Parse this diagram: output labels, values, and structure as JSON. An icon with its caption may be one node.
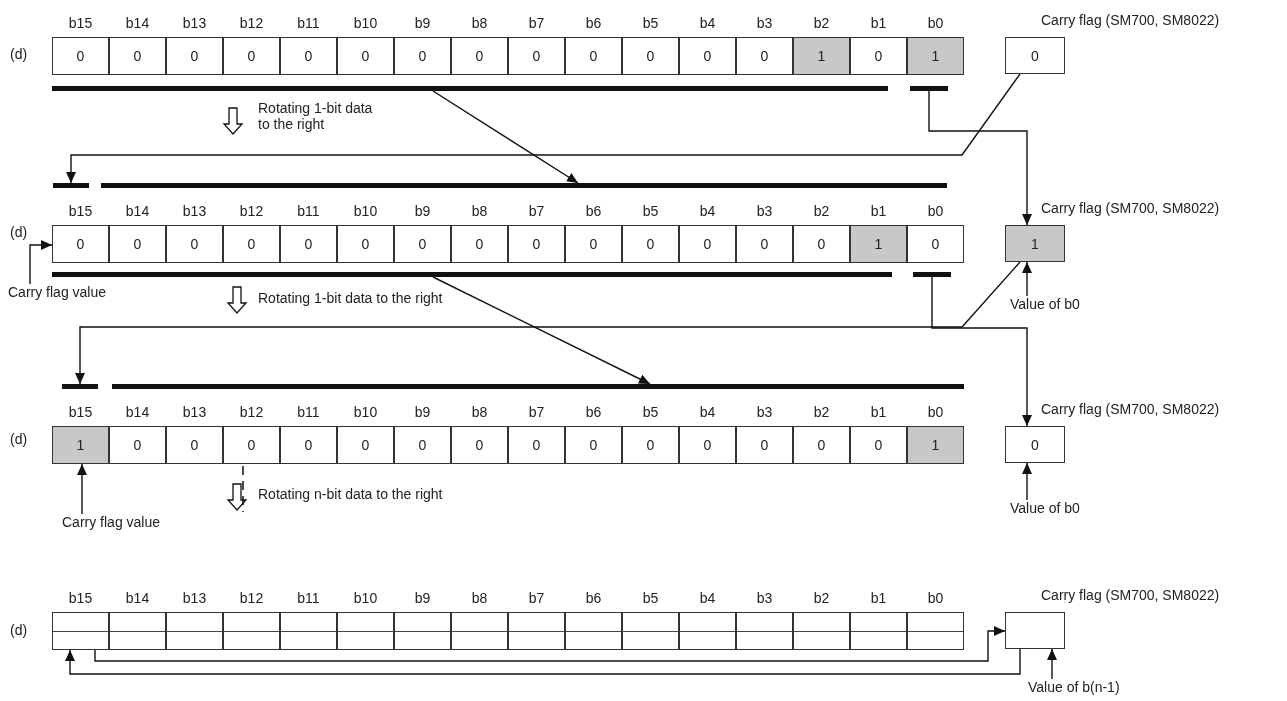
{
  "diagram": {
    "nodes": [
      {
        "text": [
          "0"
        ],
        "beside": [
          "b15"
        ]
      },
      {
        "text": [
          "0"
        ],
        "beside": [
          "b14"
        ]
      },
      {
        "text": [
          "0"
        ],
        "beside": [
          "b13"
        ]
      },
      {
        "text": [
          "0"
        ],
        "beside": [
          "b12"
        ]
      },
      {
        "text": [
          "0"
        ],
        "beside": [
          "b11"
        ]
      },
      {
        "text": [
          "0"
        ],
        "beside": [
          "b10"
        ]
      },
      {
        "text": [
          "0"
        ],
        "beside": [
          "b9"
        ]
      },
      {
        "text": [
          "0"
        ],
        "beside": [
          "b8"
        ]
      },
      {
        "text": [
          "0"
        ],
        "beside": [
          "b7"
        ]
      },
      {
        "text": [
          "0"
        ],
        "beside": [
          "b6"
        ]
      },
      {
        "text": [
          "0"
        ],
        "beside": [
          "b5"
        ]
      },
      {
        "text": [
          "0"
        ],
        "beside": [
          "b4"
        ]
      },
      {
        "text": [
          "0"
        ],
        "beside": [
          "b3"
        ]
      },
      {
        "text": [
          "1"
        ],
        "beside": [
          "b2"
        ]
      },
      {
        "text": [
          "0"
        ],
        "beside": [
          "b1"
        ]
      },
      {
        "text": [
          "1"
        ],
        "beside": [
          "b0"
        ]
      },
      {
        "text": [
          "0"
        ],
        "beside": [
          "Carry flag (SM700, SM8022)"
        ]
      },
      {
        "text": [],
        "shape": "bar"
      },
      {
        "text": [],
        "shape": "bar"
      },
      {
        "text": [],
        "shape": "bar"
      },
      {
        "text": [],
        "shape": "bar"
      },
      {
        "text": [
          "0"
        ],
        "beside": [
          "b15"
        ]
      },
      {
        "text": [
          "0"
        ],
        "beside": [
          "b14"
        ]
      },
      {
        "text": [
          "0"
        ],
        "beside": [
          "b13"
        ]
      },
      {
        "text": [
          "0"
        ],
        "beside": [
          "b12"
        ]
      },
      {
        "text": [
          "0"
        ],
        "beside": [
          "b11"
        ]
      },
      {
        "text": [
          "0"
        ],
        "beside": [
          "b10"
        ]
      },
      {
        "text": [
          "0"
        ],
        "beside": [
          "b9"
        ]
      },
      {
        "text": [
          "0"
        ],
        "beside": [
          "b8"
        ]
      },
      {
        "text": [
          "0"
        ],
        "beside": [
          "b7"
        ]
      },
      {
        "text": [
          "0"
        ],
        "beside": [
          "b6"
        ]
      },
      {
        "text": [
          "0"
        ],
        "beside": [
          "b5"
        ]
      },
      {
        "text": [
          "0"
        ],
        "beside": [
          "b4"
        ]
      },
      {
        "text": [
          "0"
        ],
        "beside": [
          "b3"
        ]
      },
      {
        "text": [
          "0"
        ],
        "beside": [
          "b2"
        ]
      },
      {
        "text": [
          "1"
        ],
        "beside": [
          "b1"
        ]
      },
      {
        "text": [
          "0"
        ],
        "beside": [
          "b0"
        ]
      },
      {
        "text": [
          "1"
        ],
        "beside": [
          "Carry flag (SM700, SM8022)"
        ]
      },
      {
        "text": [
          "Carry flag value"
        ]
      },
      {
        "text": [
          "Value of b0"
        ]
      },
      {
        "text": [],
        "shape": "bar"
      },
      {
        "text": [],
        "shape": "bar"
      },
      {
        "text": [],
        "shape": "bar"
      },
      {
        "text": [],
        "shape": "bar"
      },
      {
        "text": [
          "1"
        ],
        "beside": [
          "b15"
        ]
      },
      {
        "text": [
          "0"
        ],
        "beside": [
          "b14"
        ]
      },
      {
        "text": [
          "0"
        ],
        "beside": [
          "b13"
        ]
      },
      {
        "text": [
          "0"
        ],
        "beside": [
          "b12"
        ]
      },
      {
        "text": [
          "0"
        ],
        "beside": [
          "b11"
        ]
      },
      {
        "text": [
          "0"
        ],
        "beside": [
          "b10"
        ]
      },
      {
        "text": [
          "0"
        ],
        "beside": [
          "b9"
        ]
      },
      {
        "text": [
          "0"
        ],
        "beside": [
          "b8"
        ]
      },
      {
        "text": [
          "0"
        ],
        "beside": [
          "b7"
        ]
      },
      {
        "text": [
          "0"
        ],
        "beside": [
          "b6"
        ]
      },
      {
        "text": [
          "0"
        ],
        "beside": [
          "b5"
        ]
      },
      {
        "text": [
          "0"
        ],
        "beside": [
          "b4"
        ]
      },
      {
        "text": [
          "0"
        ],
        "beside": [
          "b3"
        ]
      },
      {
        "text": [
          "0"
        ],
        "beside": [
          "b2"
        ]
      },
      {
        "text": [
          "0"
        ],
        "beside": [
          "b1"
        ]
      },
      {
        "text": [
          "1"
        ],
        "beside": [
          "b0"
        ]
      },
      {
        "text": [
          "0"
        ],
        "beside": [
          "Carry flag (SM700, SM8022)"
        ]
      },
      {
        "text": [
          "Carry flag value"
        ]
      },
      {
        "text": [
          "Value of b0"
        ]
      },
      {
        "text": [],
        "shape": "box",
        "beside": [
          "b15"
        ]
      },
      {
        "text": [],
        "shape": "box",
        "beside": [
          "b14"
        ]
      },
      {
        "text": [],
        "shape": "box",
        "beside": [
          "b13"
        ]
      },
      {
        "text": [],
        "shape": "box",
        "beside": [
          "b12"
        ]
      },
      {
        "text": [],
        "shape": "box",
        "beside": [
          "b11"
        ]
      },
      {
        "text": [],
        "shape": "box",
        "beside": [
          "b10"
        ]
      },
      {
        "text": [],
        "shape": "box",
        "beside": [
          "b9"
        ]
      },
      {
        "text": [],
        "shape": "box",
        "beside": [
          "b8"
        ]
      },
      {
        "text": [],
        "shape": "box",
        "beside": [
          "b7"
        ]
      },
      {
        "text": [],
        "shape": "box",
        "beside": [
          "b6"
        ]
      },
      {
        "text": [],
        "shape": "box",
        "beside": [
          "b5"
        ]
      },
      {
        "text": [],
        "shape": "box",
        "beside": [
          "b4"
        ]
      },
      {
        "text": [],
        "shape": "box",
        "beside": [
          "b3"
        ]
      },
      {
        "text": [],
        "shape": "box",
        "beside": [
          "b2"
        ]
      },
      {
        "text": [],
        "shape": "box",
        "beside": [
          "b1"
        ]
      },
      {
        "text": [],
        "shape": "box",
        "beside": [
          "b0"
        ]
      },
      {
        "text": [],
        "shape": "box",
        "beside": [
          "Carry flag (SM700, SM8022)"
        ]
      },
      {
        "text": [
          "Value of b(n-1)"
        ]
      }
    ],
    "edges": [
      {
        "from": 17,
        "to": 20,
        "arrow": "to"
      },
      {
        "from": 18,
        "to": 37,
        "arrow": "to"
      },
      {
        "from": 16,
        "to": 19,
        "arrow": "to"
      },
      {
        "from": 38,
        "to": 21,
        "arrow": "to"
      },
      {
        "from": 39,
        "to": 37,
        "arrow": "to"
      },
      {
        "from": 40,
        "to": 43,
        "arrow": "to"
      },
      {
        "from": 41,
        "to": 60,
        "arrow": "to"
      },
      {
        "from": 37,
        "to": 42,
        "arrow": "to"
      },
      {
        "from": 61,
        "to": 44,
        "arrow": "to"
      },
      {
        "from": 62,
        "to": 60,
        "arrow": "to"
      },
      {
        "from": 63,
        "to": 79,
        "arrow": "to"
      },
      {
        "from": 79,
        "to": 63,
        "arrow": "to"
      },
      {
        "from": 80,
        "to": 79,
        "arrow": "to"
      }
    ],
    "labels": [
      "(d)",
      "Rotating 1-bit data to the right",
      "(d)",
      "Rotating 1-bit data to the right",
      "(d)",
      "Rotating n-bit data to the right",
      "(d)"
    ]
  }
}
